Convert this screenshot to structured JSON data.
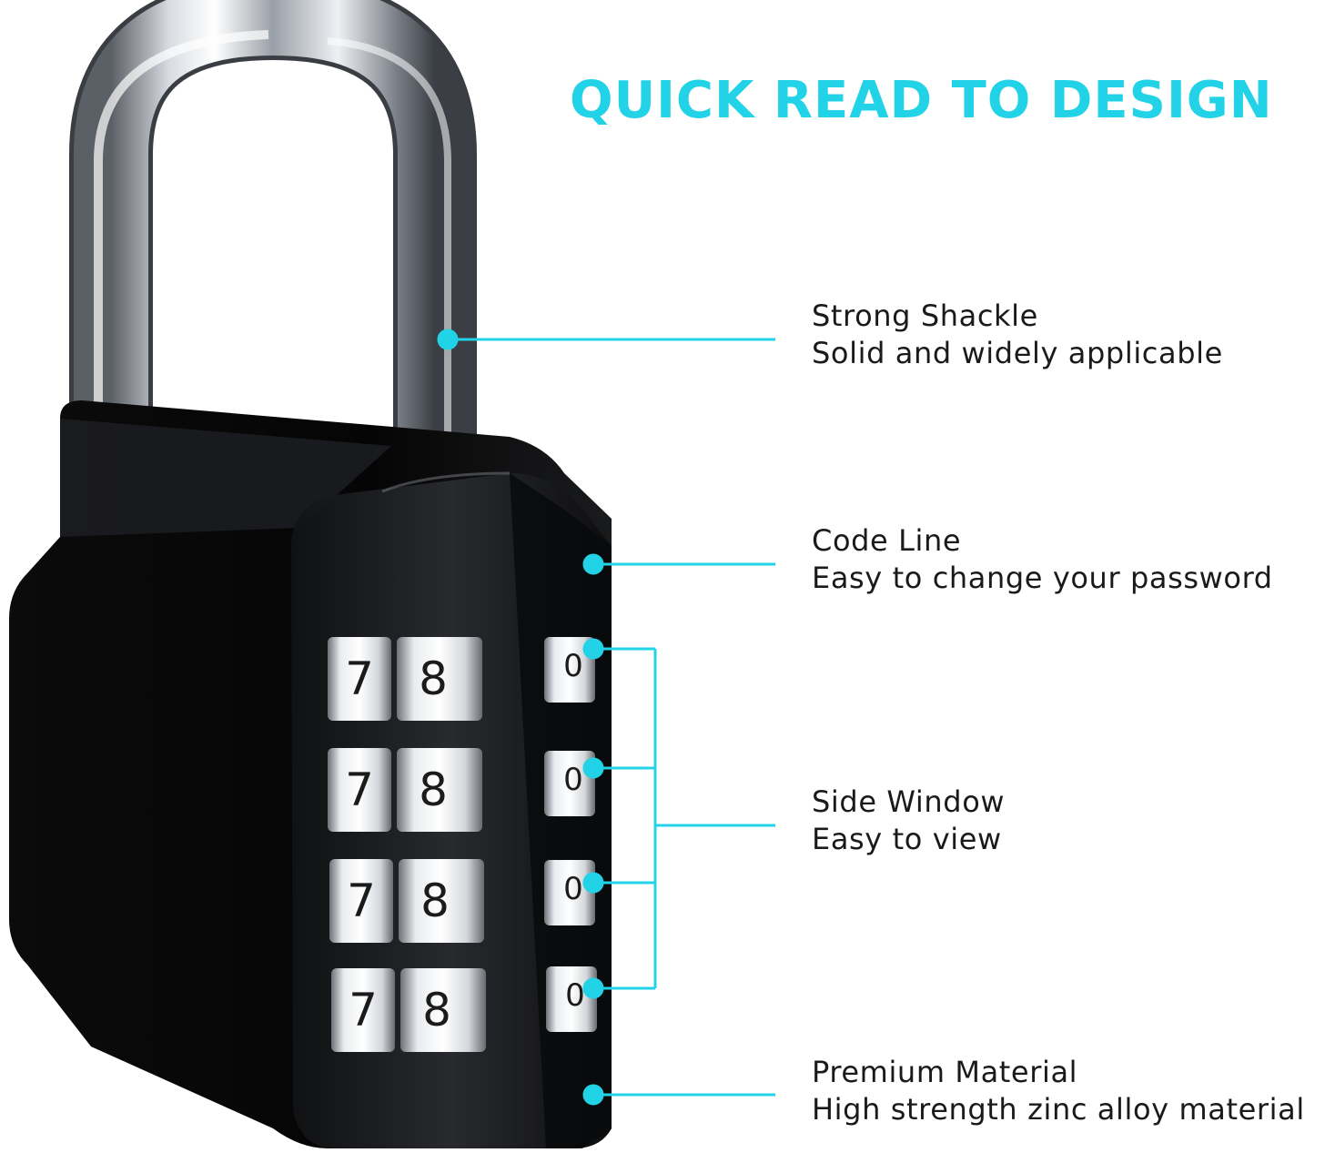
{
  "headline": "QUICK READ TO DESIGN",
  "accent_color": "#22d3e8",
  "callouts": [
    {
      "title": "Strong Shackle",
      "subtitle": "Solid and widely applicable"
    },
    {
      "title": "Code Line",
      "subtitle": "Easy to change your password"
    },
    {
      "title": "Side Window",
      "subtitle": "Easy to view"
    },
    {
      "title": "Premium Material",
      "subtitle": "High strength zinc alloy material"
    }
  ],
  "dial_rows": [
    {
      "left_digit": "7",
      "right_digit": "8",
      "side_digit": "0"
    },
    {
      "left_digit": "7",
      "right_digit": "8",
      "side_digit": "0"
    },
    {
      "left_digit": "7",
      "right_digit": "8",
      "side_digit": "0"
    },
    {
      "left_digit": "7",
      "right_digit": "8",
      "side_digit": "0"
    }
  ]
}
